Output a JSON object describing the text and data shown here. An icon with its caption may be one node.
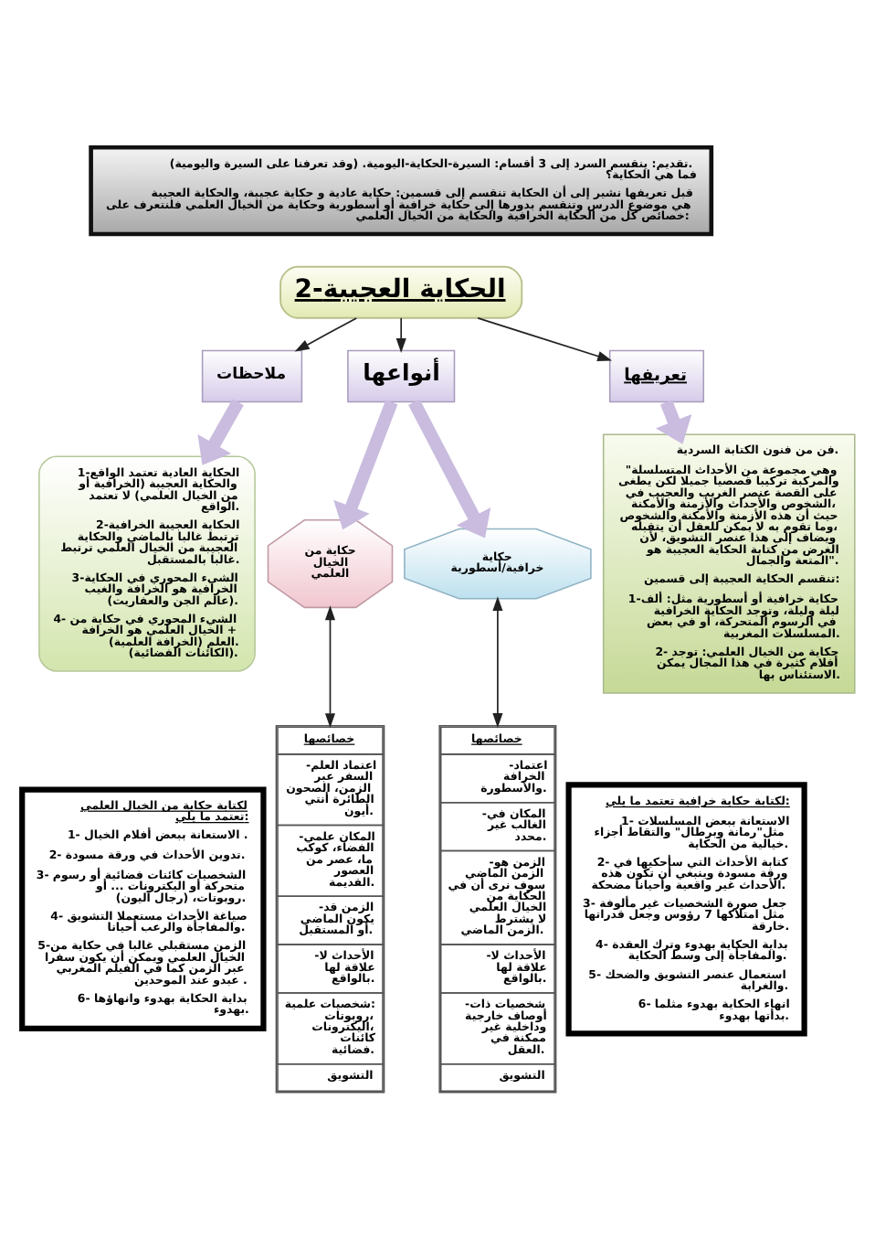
{
  "diagram": {
    "nodes": [
      {
        "text": [
          "تقديم: ينقسم السرد إلى 3 أقسام: السيرة-الحكاية-اليومية. (وقد تعرفنا على السيرة واليومية). فما هي الحكاية؟",
          "قبل تعريفها نشير إلى أن الحكاية تنقسم إلى قسمين: حكاية عادية و حكاية عجيبة، والحكاية العجيبة هي موضوع الدرس وتنقسم بدورها إلى حكاية خرافية أو أسطورية وحكاية من الخيال العلمي فلنتعرف على خصائص كل من الحكاية الخرافية والحكاية من الخيال العلمي:"
        ]
      },
      {
        "text": [
          "2-الحكاية العجيبة"
        ]
      },
      {
        "text": [
          "تعريفها"
        ]
      },
      {
        "text": [
          "أنواعها"
        ]
      },
      {
        "text": [
          "ملاحظات"
        ]
      },
      {
        "text": [
          "فن من فنون الكتابة السردية.",
          "\"وهي مجموعة من الأحداث المتسلسلة والمركبة تركيبا قصصيا جميلا لكن يطغى على القصة عنصر الغريب والعجيب في الشخوص والأحداث والأزمنة والأمكنة، حيث أن هذه الأزمنة والأمكنة والشخوص وما تقوم به لا يمكن للعقل أن يتقبله، ويضاف إلى هذا عنصر التشويق، لأن الغرض من كتابة الحكاية العجيبة هو المتعة والجمال\".",
          "تنقسم الحكاية العجيبة إلى قسمين:",
          "1-حكاية خرافية أو أسطورية مثل: ألف ليلة وليلة، وتوجد الحكاية الخرافية في الرسوم المتحركة، أو في بعض المسلسلات المغربية.",
          "2- حكاية من الخيال العلمي: توجد أفلام كثيرة في هذا المجال يمكن الاستئناس بها."
        ]
      },
      {
        "text": [
          "حكاية خرافية/أسطورية"
        ]
      },
      {
        "text": [
          "حكاية من الخيال العلمي"
        ]
      },
      {
        "text": [
          "1-الحكاية العادية تعتمد الواقع والحكاية العجيبة (الخرافية أو من الخيال العلمي) لا تعتمد الواقع.",
          "2-الحكاية العجيبة الخرافية ترتبط غالبا بالماضي والحكاية العجيبة من الخيال العلمي ترتبط غالبا بالمستقبل.",
          "3-الشيء المحوري في الحكاية الخرافية هو الخرافة والغيب (عالم الجن والعفاريت).",
          "4- الشيء المحوري في حكاية من الخيال العلمي هو الخرافة + العلم (الخرافة العلمية). (الكائنات الفضائية)."
        ]
      },
      {
        "text": [
          "خصائصها",
          "-اعتماد الخرافة والأسطورة.",
          "-المكان في الغالب غير محدد.",
          "-الزمن هو الزمن الماضي سوف نرى أن في الحكاية من الخيال العلمي لا يشترط الزمن الماضي.",
          "-الأحداث لا علاقة لها بالواقع.",
          "-شخصيات ذات أوصاف خارجية وداخلية غير ممكنة في العقل.",
          "التشويق"
        ]
      },
      {
        "text": [
          "خصائصها",
          "-اعتماد العلم السفر عبر الزمن، الصحون الطائرة أنتي أيون.",
          "-المكان علمي الفضاء، كوكب ما، عصر من العصور القديمة.",
          "-الزمن قد يكون الماضي أو المستقبل.",
          "-الأحداث لا علاقة لها بالواقع.",
          "شخصيات علمية: روبوتات، اليكترونات، كائنات فضائية.",
          "التشويق"
        ]
      },
      {
        "text": [
          "لكتابة حكاية خرافية تعتمد ما يلي:",
          "1- الاستعانة ببعض المسلسلات مثل\"رمانة وبرطال\" والتقاط أجزاء خيالية من الحكاية.",
          "2- كتابة الأحداث التي سأحكيها في ورقة مسودة وينبغي أن تكون هذه الأحداث غير واقعية وأحيانا مضحكة.",
          "3- جعل صورة الشخصيات غير مألوفة مثل امتلاكها 7 رؤوس وجعل قدراتها خارقة.",
          "4- بداية الحكاية بهدوء وترك العقدة والمفاجأة إلى وسط الحكاية.",
          "5- استعمال عنصر التشويق والضحك والغرابة.",
          "6- انهاء الحكاية بهدوء مثلما بدأتها بهدوء."
        ]
      },
      {
        "text": [
          "لكتابة حكاية من الخيال العلمي تعتمد ما يلي:",
          "1- الاستعانة ببعض أفلام الخيال .",
          "2- تدوين الأحداث في ورقة مسودة.",
          "3- الشخصيات كائنات فضائية أو رسوم متحركة أو اليكترونات ... أو روبوتات، (رجال آليون).",
          "4- صياغة الأحداث مستعملا التشويق والمفاجأة والرعب أحيانا.",
          "5-الزمن مستقبلي غالبا في حكاية من الخيال العلمي ويمكن أن يكون سفرا عبر الزمن كما في الفيلم المغربي عبدو عند الموحدين .",
          "6- بداية الحكاية بهدوء وانهاؤها بهدوء."
        ]
      }
    ],
    "edges": [
      {
        "from": 1,
        "to": 4,
        "arrow": "to"
      },
      {
        "from": 1,
        "to": 3,
        "arrow": "to"
      },
      {
        "from": 1,
        "to": 2,
        "arrow": "to"
      },
      {
        "from": 4,
        "to": 8,
        "arrow": "to",
        "style": "thick",
        "color": "#c9bcdf"
      },
      {
        "from": 3,
        "to": 7,
        "arrow": "to",
        "style": "thick",
        "color": "#c9bcdf"
      },
      {
        "from": 3,
        "to": 6,
        "arrow": "to",
        "style": "thick",
        "color": "#c9bcdf"
      },
      {
        "from": 2,
        "to": 5,
        "arrow": "to",
        "style": "thick",
        "color": "#c9bcdf"
      },
      {
        "from": 7,
        "to": 10,
        "arrow": "both"
      },
      {
        "from": 6,
        "to": 9,
        "arrow": "both"
      }
    ]
  }
}
